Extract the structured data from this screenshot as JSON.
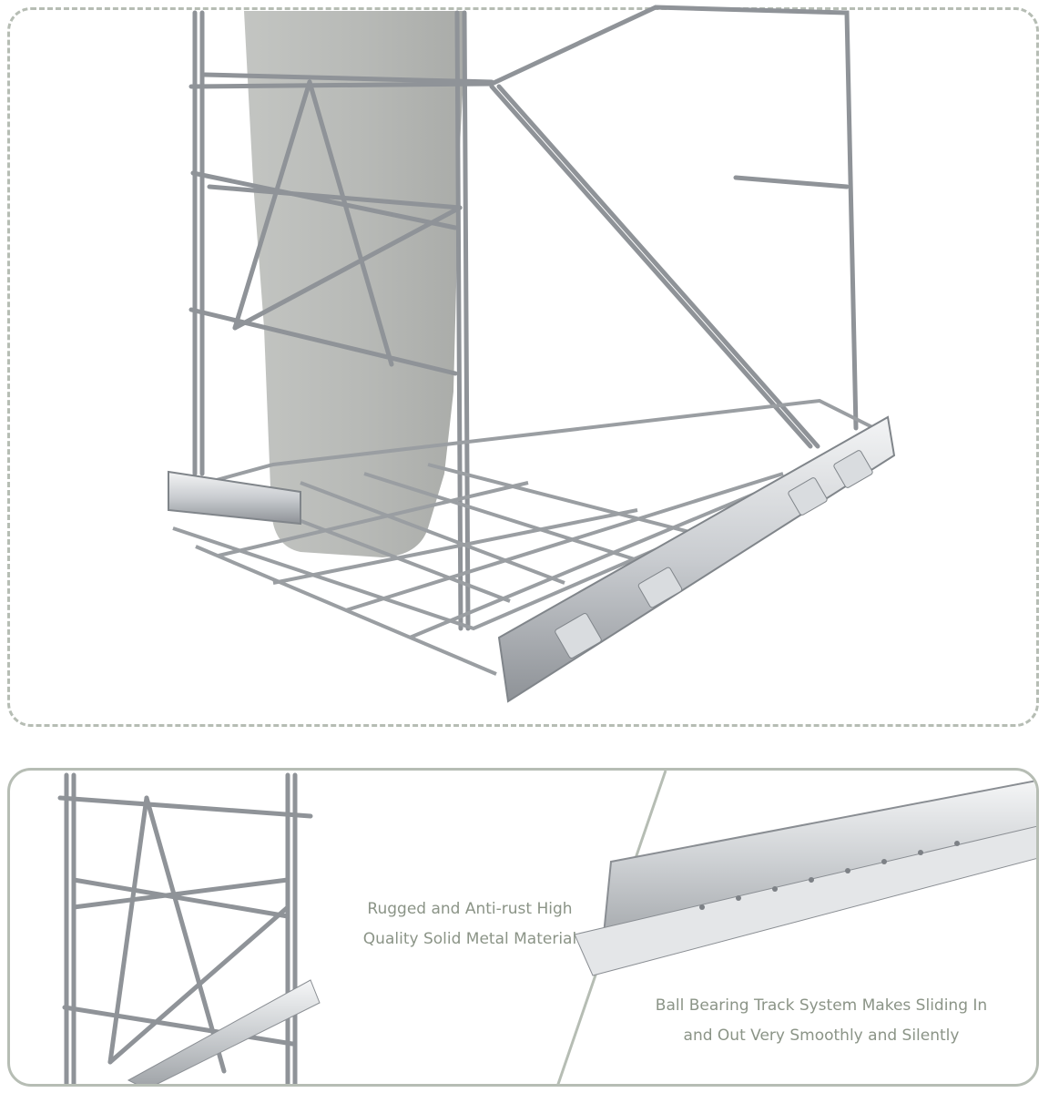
{
  "captions": {
    "material": {
      "line1": "Rugged and Anti-rust High",
      "line2": "Quality Solid Metal Material"
    },
    "track": {
      "line1": "Ball Bearing Track System Makes Sliding In",
      "line2": "and Out Very Smoothly and Silently"
    }
  },
  "colors": {
    "border": "#b6bdb4",
    "caption_text": "#8b9487",
    "bin_gray": "#b9bbb8",
    "chrome": "#9a9ea2"
  }
}
